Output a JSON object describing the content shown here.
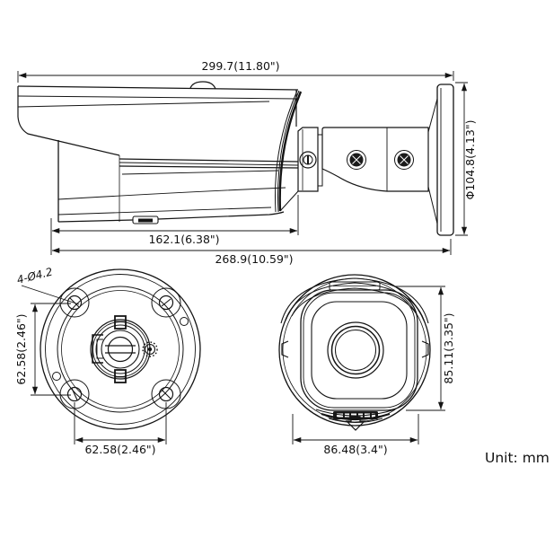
{
  "colors": {
    "line": "#141414",
    "background": "#ffffff"
  },
  "unit_note": "Unit: mm",
  "side_view": {
    "overall_length": "299.7(11.80\")",
    "front_section_length": "162.1(6.38\")",
    "body_length": "268.9(10.59\")",
    "base_diameter": "Φ104.8(4.13\")"
  },
  "rear_view": {
    "holes_callout": "4-Ø4.2",
    "vertical_hole_spacing": "62.58(2.46\")",
    "horizontal_hole_spacing": "62.58(2.46\")"
  },
  "front_view": {
    "height": "85.11(3.35\")",
    "width": "86.48(3.4\")"
  }
}
